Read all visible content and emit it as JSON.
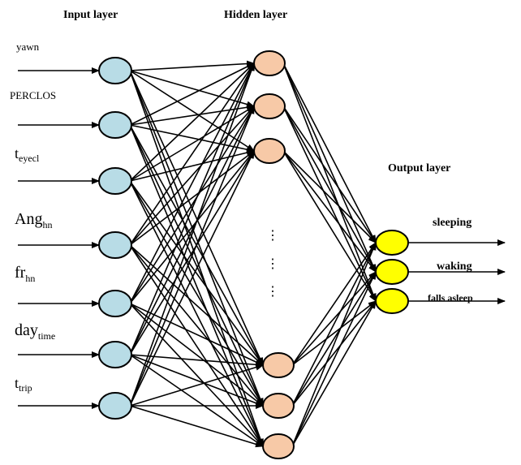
{
  "titles": {
    "input": "Input layer",
    "hidden": "Hidden layer",
    "output": "Output layer"
  },
  "inputs": [
    {
      "main": "yawn",
      "sub": ""
    },
    {
      "main": "PERCLOS",
      "sub": ""
    },
    {
      "main": "t",
      "sub": "eyecl"
    },
    {
      "main": "Ang",
      "sub": "hn"
    },
    {
      "main": "fr",
      "sub": "hn"
    },
    {
      "main": "day",
      "sub": "time"
    },
    {
      "main": "t",
      "sub": "trip"
    }
  ],
  "outputs": [
    "sleeping",
    "waking",
    "falls asleep"
  ],
  "hidden_ellipsis": [
    "⋮",
    "⋮",
    "⋮"
  ],
  "colors": {
    "input_node": "#b8dce6",
    "hidden_node": "#f7c9a7",
    "output_node": "#ffff00",
    "line": "#000000"
  }
}
